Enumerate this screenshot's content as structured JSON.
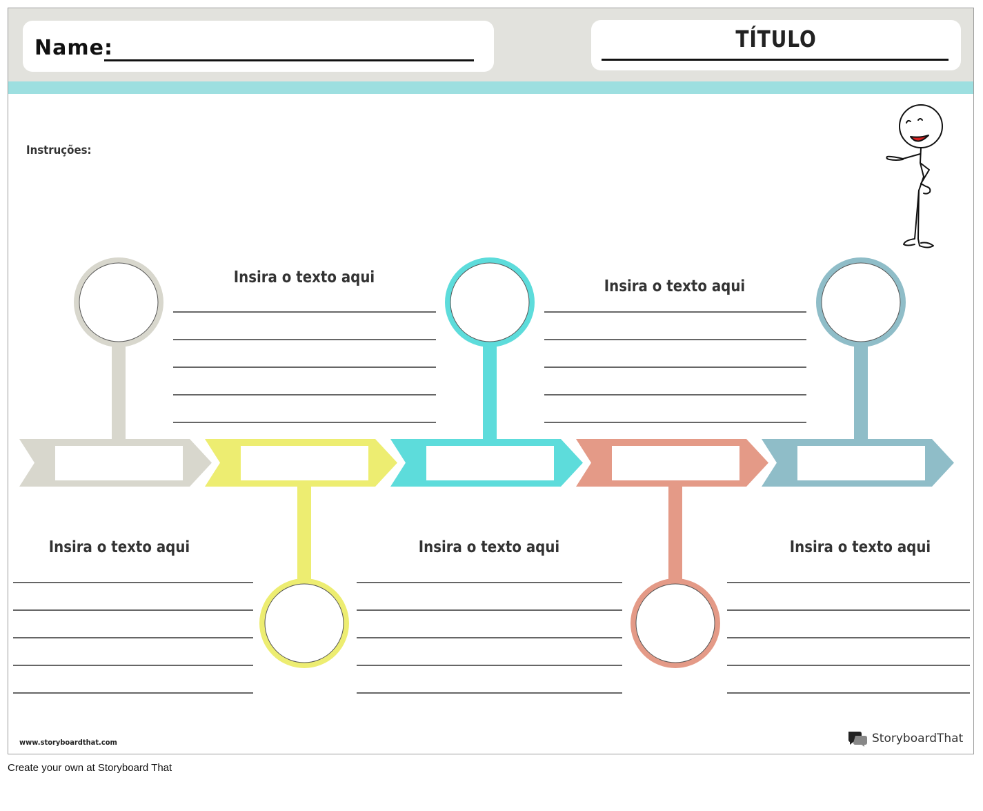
{
  "header": {
    "name_label": "Name:",
    "title": "TÍTULO"
  },
  "instructions_label": "Instruções:",
  "timeline": {
    "segments": [
      {
        "label": "Insira o texto aqui",
        "color": "#d8d7cd"
      },
      {
        "label": "Insira o texto aqui",
        "color": "#eded71"
      },
      {
        "label": "Insira o texto aqui",
        "color": "#5ddcdb"
      },
      {
        "label": "Insira o texto aqui",
        "color": "#e49a87"
      },
      {
        "label": "Insira o texto aqui",
        "color": "#8fbdc8"
      }
    ]
  },
  "footer": {
    "website": "www.storyboardthat.com",
    "logo_text": "StoryboardThat",
    "credit": "Create your own at Storyboard That"
  },
  "icons": [
    "stick-figure-pointing-icon",
    "storyboardthat-logo-icon"
  ]
}
